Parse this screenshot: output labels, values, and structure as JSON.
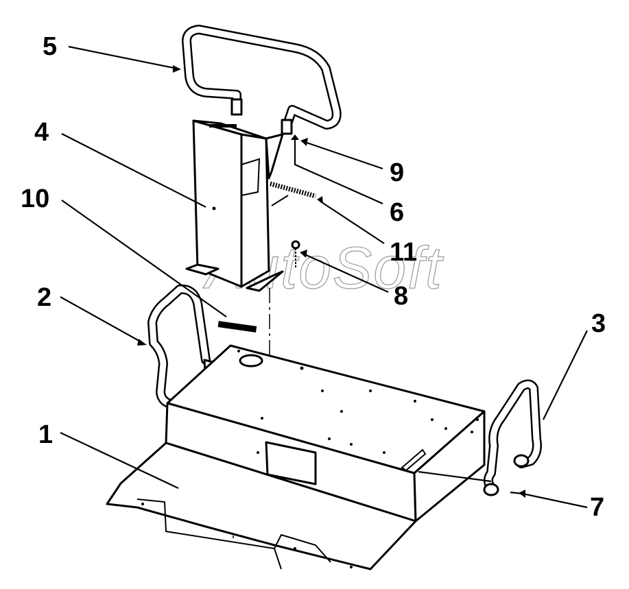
{
  "diagram": {
    "watermark": "AutoSoft",
    "callouts": [
      {
        "id": "1",
        "label": "1"
      },
      {
        "id": "2",
        "label": "2"
      },
      {
        "id": "3",
        "label": "3"
      },
      {
        "id": "4",
        "label": "4"
      },
      {
        "id": "5",
        "label": "5"
      },
      {
        "id": "6",
        "label": "6"
      },
      {
        "id": "7",
        "label": "7"
      },
      {
        "id": "8",
        "label": "8"
      },
      {
        "id": "9",
        "label": "9"
      },
      {
        "id": "10",
        "label": "10"
      },
      {
        "id": "11",
        "label": "11"
      }
    ]
  }
}
